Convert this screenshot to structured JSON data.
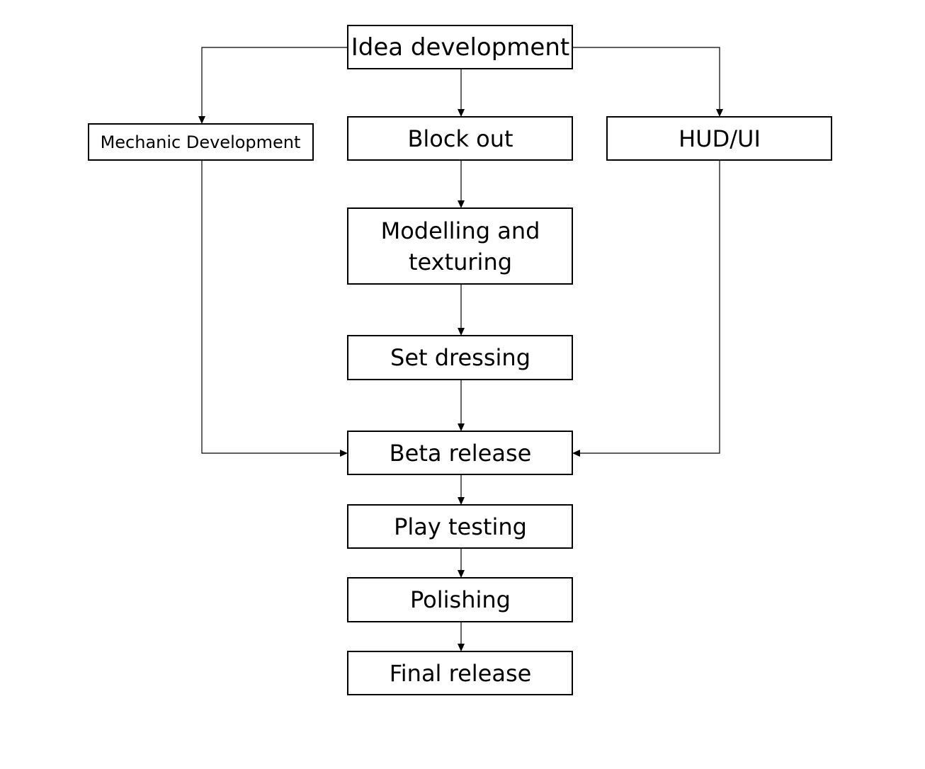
{
  "nodes": {
    "idea": {
      "label": "Idea development"
    },
    "mechanic": {
      "label": "Mechanic Development"
    },
    "blockout": {
      "label": "Block out"
    },
    "hud": {
      "label": "HUD/UI"
    },
    "modelling": {
      "label_line1": "Modelling and",
      "label_line2": "texturing"
    },
    "setdressing": {
      "label": "Set dressing"
    },
    "beta": {
      "label": "Beta release"
    },
    "playtesting": {
      "label": "Play testing"
    },
    "polishing": {
      "label": "Polishing"
    },
    "final": {
      "label": "Final release"
    }
  },
  "edges": [
    {
      "from": "idea",
      "to": "mechanic"
    },
    {
      "from": "idea",
      "to": "blockout"
    },
    {
      "from": "idea",
      "to": "hud"
    },
    {
      "from": "blockout",
      "to": "modelling"
    },
    {
      "from": "modelling",
      "to": "setdressing"
    },
    {
      "from": "setdressing",
      "to": "beta"
    },
    {
      "from": "mechanic",
      "to": "beta"
    },
    {
      "from": "hud",
      "to": "beta"
    },
    {
      "from": "beta",
      "to": "playtesting"
    },
    {
      "from": "playtesting",
      "to": "polishing"
    },
    {
      "from": "polishing",
      "to": "final"
    }
  ]
}
